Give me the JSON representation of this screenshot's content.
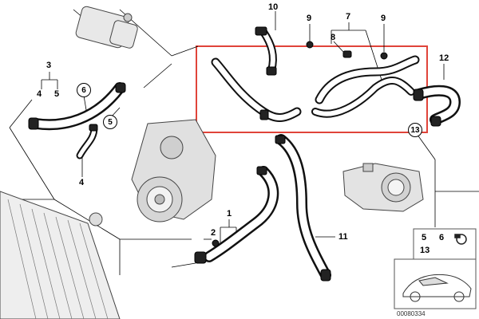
{
  "callouts": {
    "c1": "1",
    "c2": "2",
    "c3": "3",
    "c4a": "4",
    "c4b": "4",
    "c5a": "5",
    "c5b": "5",
    "c6": "6",
    "c7": "7",
    "c8": "8",
    "c9a": "9",
    "c9b": "9",
    "c10": "10",
    "c11": "11",
    "c12": "12",
    "c13": "13"
  },
  "inset": {
    "n5": "5",
    "n6": "6",
    "n13": "13"
  },
  "part_number": "00080334",
  "colors": {
    "highlight": "#e0443a",
    "hose": "#111111",
    "part_fill": "#e8e8e8",
    "part_stroke": "#444444"
  }
}
